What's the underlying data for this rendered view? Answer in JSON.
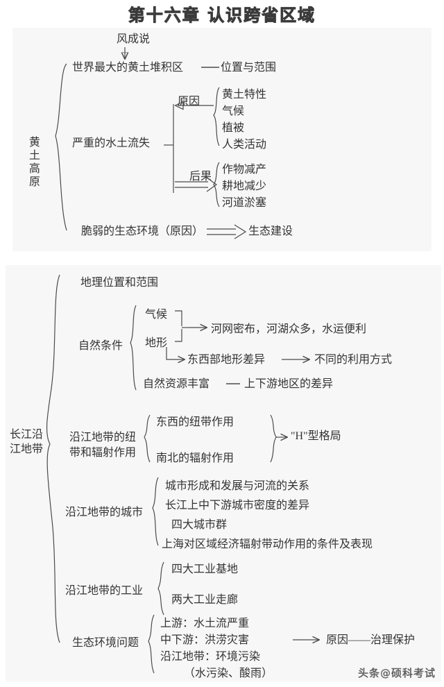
{
  "title": "第十六章  认识跨省区域",
  "watermark": "头条@硕科考试",
  "colors": {
    "panel_bg": "#f7f7f7",
    "page_bg": "#ffffff",
    "ink": "#333333",
    "line": "#4a4a4a"
  },
  "section_huangtu": {
    "root": "黄土高原",
    "node_fengchengshuo": "风成说",
    "node_shijie": "世界最大的黄土堆积区",
    "node_weizhi": "位置与范围",
    "node_shuitu": "严重的水土流失",
    "label_yuanyin": "原因",
    "label_houguo": "后果",
    "causes": [
      "黄土特性",
      "气候",
      "植被",
      "人类活动"
    ],
    "effects": [
      "作物减产",
      "耕地减少",
      "河道淤塞"
    ],
    "node_cuiruo": "脆弱的生态环境（原因）",
    "node_shengtai": "生态建设"
  },
  "section_changjiang": {
    "root": "长江沿\n江地带",
    "node_dili": "地理位置和范围",
    "node_ziran": "自然条件",
    "ziran_qihou": "气候",
    "ziran_dixing": "地形",
    "ziran_result1": "河网密布，河湖众多，水运便利",
    "ziran_result2": "东西部地形差异",
    "ziran_result2b": "不同的利用方式",
    "ziran_ziyuan": "自然资源丰富",
    "ziran_ziyuan_b": "上下游地区的差异",
    "node_niudai": "沿江地带的纽\n带和辐射作用",
    "niudai_dongxi": "东西的纽带作用",
    "niudai_nanbei": "南北的辐射作用",
    "niudai_result": "\"H\"型格局",
    "node_chengshi": "沿江地带的城市",
    "chengshi_items": [
      "城市形成和发展与河流的关系",
      "长江上中下游城市密度的差异",
      "四大城市群",
      "上海对区域经济辐射带动作用的条件及表现"
    ],
    "node_gongye": "沿江地带的工业",
    "gongye_items": [
      "四大工业基地",
      "两大工业走廊"
    ],
    "node_shengtaiwenti": "生态环境问题",
    "shengtai_items": [
      "上游：水土流严重",
      "中下游：洪涝灾害",
      "沿江地带：环境污染",
      "（水污染、酸雨）"
    ],
    "shengtai_result": "原因——治理保护"
  }
}
